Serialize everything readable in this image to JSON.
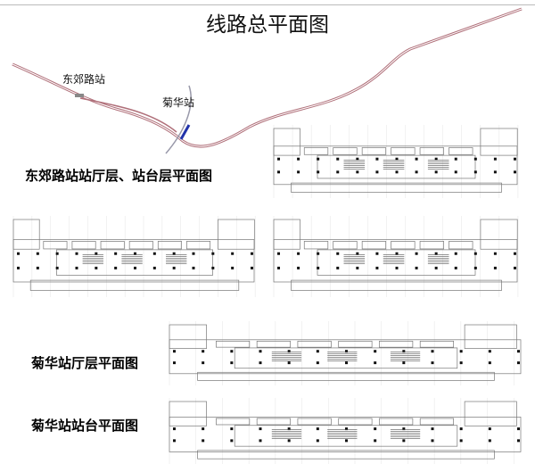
{
  "title": "线路总平面图",
  "route": {
    "station_labels": [
      "东郊路站",
      "菊华站"
    ],
    "line_color": "#b0707a",
    "crossing_color": "#2233aa"
  },
  "captions": {
    "dongjiaolu": "东郊路站站厅层、站台层平面图",
    "juhua_concourse": "菊华站厅层平面图",
    "juhua_platform": "菊华站站台平面图"
  }
}
